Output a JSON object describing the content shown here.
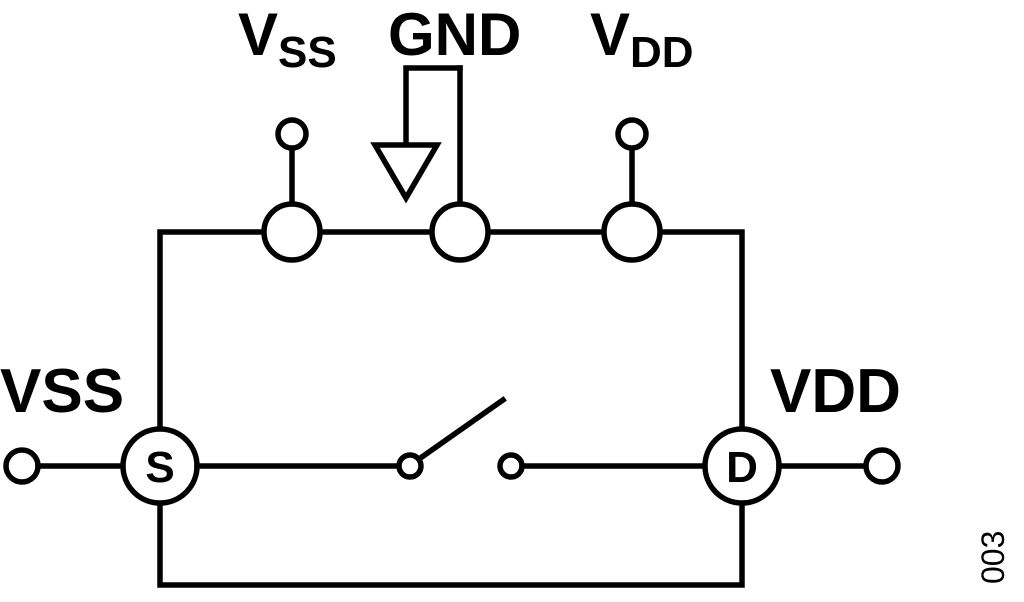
{
  "diagram": {
    "background": "#ffffff",
    "stroke_color": "#000000",
    "top_labels": {
      "vss": {
        "main": "V",
        "sub": "SS"
      },
      "gnd": "GND",
      "vdd": {
        "main": "V",
        "sub": "DD"
      }
    },
    "side_labels": {
      "left": "VSS",
      "right": "VDD"
    },
    "terminals": {
      "source": "S",
      "drain": "D"
    },
    "figure_number": "003"
  }
}
